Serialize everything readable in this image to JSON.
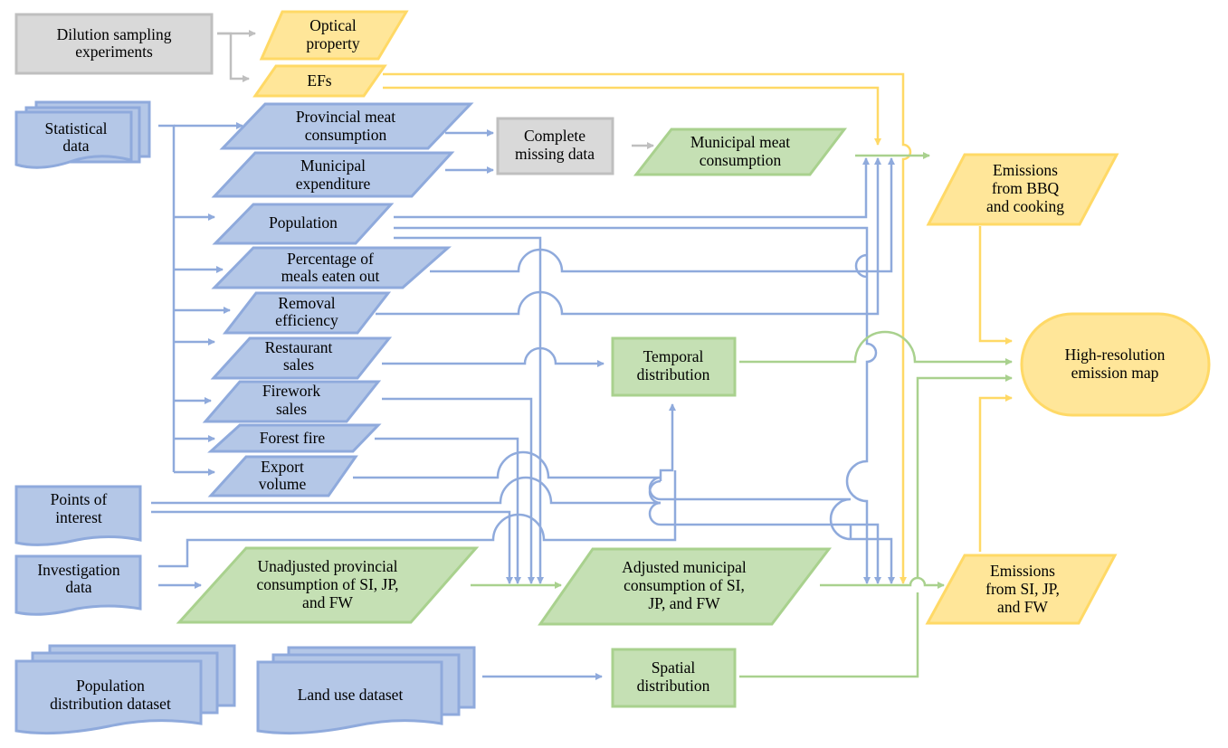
{
  "colors": {
    "input_blue": "#b4c7e7",
    "input_blue_border": "#8faadc",
    "process_green": "#c5e0b4",
    "process_green_border": "#a9d18e",
    "output_yellow": "#ffe699",
    "output_yellow_border": "#ffd966",
    "gray": "#d9d9d9",
    "gray_border": "#bfbfbf"
  },
  "nodes": {
    "dilution": [
      "Dilution sampling",
      "experiments"
    ],
    "optical": [
      "Optical",
      "property"
    ],
    "efs": [
      "EFs"
    ],
    "statistical": [
      "Statistical",
      "data"
    ],
    "prov_meat": [
      "Provincial meat",
      "consumption"
    ],
    "muni_exp": [
      "Municipal",
      "expenditure"
    ],
    "complete_missing": [
      "Complete",
      "missing data"
    ],
    "muni_meat": [
      "Municipal meat",
      "consumption"
    ],
    "emis_bbq": [
      "Emissions",
      "from BBQ",
      "and cooking"
    ],
    "population": [
      "Population"
    ],
    "pct_meals": [
      "Percentage  of",
      "meals eaten out"
    ],
    "removal": [
      "Removal",
      "efficiency"
    ],
    "restaurant": [
      "Restaurant",
      "sales"
    ],
    "firework": [
      "Firework",
      "sales"
    ],
    "forest_fire": [
      "Forest fire"
    ],
    "export": [
      "Export",
      "volume"
    ],
    "temporal": [
      "Temporal",
      "distribution"
    ],
    "hires_map": [
      "High-resolution",
      "emission map"
    ],
    "poi": [
      "Points of",
      "interest"
    ],
    "investigation": [
      "Investigation",
      "data"
    ],
    "unadj": [
      "Unadjusted provincial",
      "consumption of SI, JP,",
      "and FW"
    ],
    "adj": [
      "Adjusted municipal",
      "consumption of SI,",
      "JP, and FW"
    ],
    "emis_si": [
      "Emissions",
      "from SI, JP,",
      "and FW"
    ],
    "pop_dist": [
      "Population",
      "distribution dataset"
    ],
    "land_use": [
      "Land use dataset"
    ],
    "spatial": [
      "Spatial",
      "distribution"
    ]
  }
}
